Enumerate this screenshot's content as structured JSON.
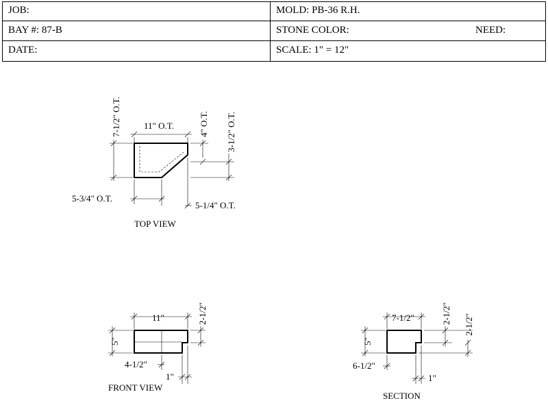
{
  "title_block": {
    "job_label": "JOB:",
    "mold_label": "MOLD: PB-36 R.H.",
    "bay_label": "BAY #: 87-B",
    "stone_color_label": "STONE COLOR:",
    "need_label": "NEED:",
    "date_label": "DATE:",
    "scale_label": "SCALE:  1\" = 12\""
  },
  "top_view": {
    "label": "TOP VIEW",
    "dims": {
      "left_height": "7-1/2\" O.T.",
      "width": "11\" O.T.",
      "chamfer_top": "4\" O.T.",
      "right_height": "3-1/2\" O.T.",
      "bottom_left": "5-3/4\" O.T.",
      "bottom_right": "5-1/4\" O.T."
    }
  },
  "front_view": {
    "label": "FRONT VIEW",
    "dims": {
      "width": "11\"",
      "right_height": "2-1/2\"",
      "height": "5\"",
      "bottom_width": "4-1/2\"",
      "step": "1\""
    }
  },
  "section": {
    "label": "SECTION",
    "dims": {
      "width": "7-1/2\"",
      "right_height_1": "2-1/2\"",
      "right_height_2": "2-1/2\"",
      "height": "5\"",
      "bottom_width": "6-1/2\"",
      "step": "1\""
    }
  }
}
